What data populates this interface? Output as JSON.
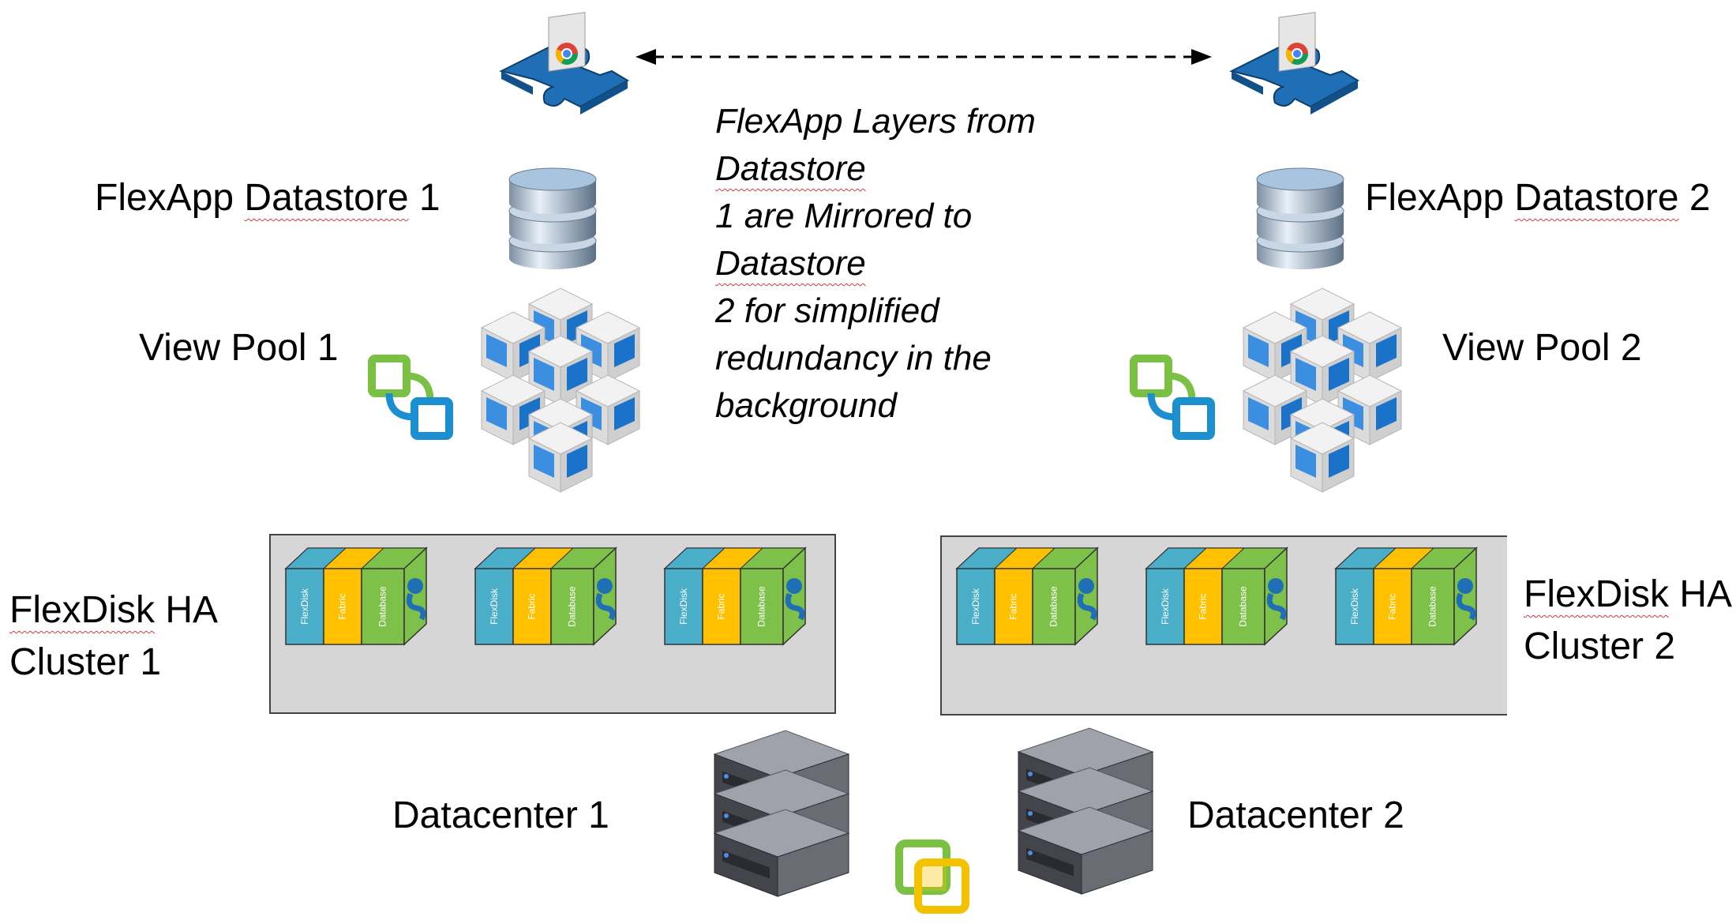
{
  "datastore_1": {
    "label_prefix": "FlexApp ",
    "label_word": "Datastore",
    "label_suffix": " 1"
  },
  "datastore_2": {
    "label_prefix": "FlexApp ",
    "label_word": "Datastore",
    "label_suffix": " 2"
  },
  "mirror_note": {
    "lines": [
      "FlexApp Layers from",
      "Datastore",
      " 1 are Mirrored to",
      "Datastore",
      " 2 for simplified",
      "redundancy in the",
      "background"
    ]
  },
  "view_pool_1": {
    "label": "View Pool 1"
  },
  "view_pool_2": {
    "label": "View Pool 2"
  },
  "cluster_1": {
    "line1_word": "FlexDisk",
    "line1_suffix": " HA",
    "line2": "Cluster 1"
  },
  "cluster_2": {
    "line1_word": "FlexDisk",
    "line1_suffix": " HA",
    "line2": "Cluster 2"
  },
  "node_labels": {
    "flexdisk": "FlexDisk",
    "fabric": "Fabric",
    "database": "Database"
  },
  "datacenter_1": {
    "label": "Datacenter 1"
  },
  "datacenter_2": {
    "label": "Datacenter 2"
  },
  "colors": {
    "flexdisk": "#4aaec9",
    "fabric": "#ffc000",
    "database": "#7dc14a",
    "panel": "#d6d6d6",
    "puzzle": "#1f6fb6",
    "server": "#595a62",
    "vmware_green": "#7ac043",
    "vmware_blue": "#1c8fd0",
    "vsphere_yellow": "#f2c200"
  },
  "icons": [
    "puzzle-piece-chrome-icon",
    "database-cylinder-icon",
    "desktop-pool-icon",
    "vmware-view-icon",
    "flexdisk-node-icon",
    "rack-server-icon",
    "vsphere-logo-icon"
  ]
}
